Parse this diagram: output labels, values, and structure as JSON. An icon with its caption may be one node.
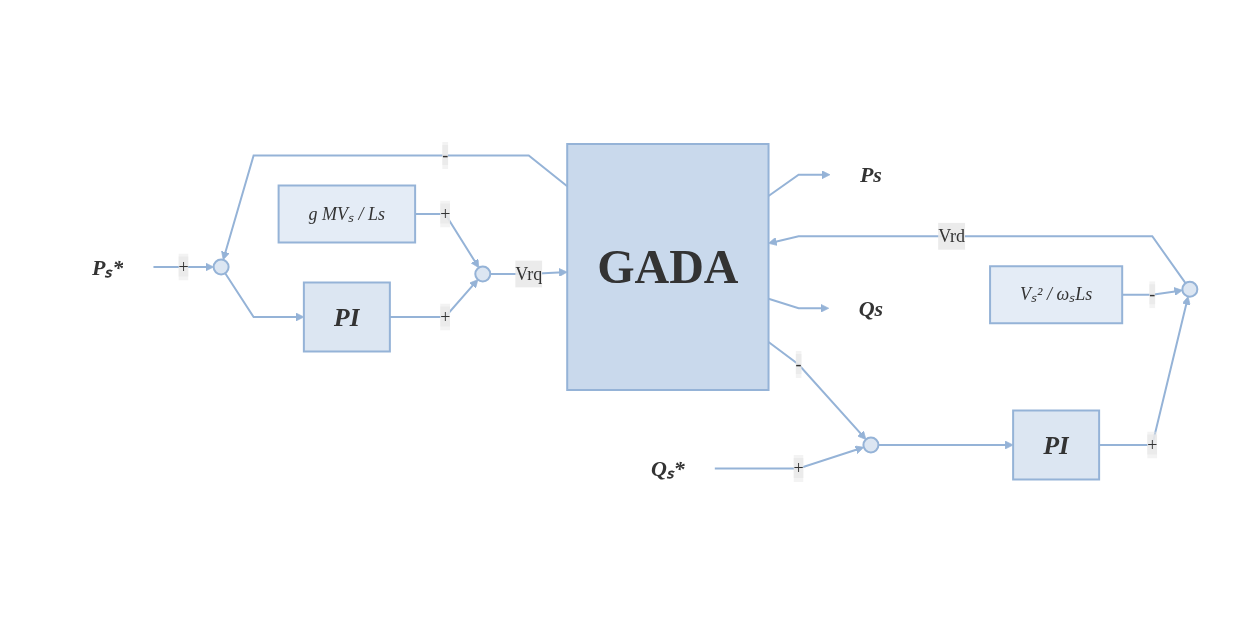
{
  "diagram": {
    "nodes": [
      {
        "text": [
          "Pₛ*"
        ]
      },
      {
        "text": [],
        "shape": "circle"
      },
      {
        "text": [
          "PI"
        ]
      },
      {
        "text": [],
        "shape": "circle"
      },
      {
        "text": [
          "g MVₛ / Ls"
        ]
      },
      {
        "text": [
          "GADA"
        ]
      },
      {
        "text": [
          "Ps"
        ]
      },
      {
        "text": [
          "Qₛ*"
        ]
      },
      {
        "text": [],
        "shape": "circle"
      },
      {
        "text": [
          "PI"
        ]
      },
      {
        "text": [],
        "shape": "circle"
      },
      {
        "text": [
          "Vₛ² / ωₛLs"
        ]
      },
      {
        "text": [
          "Qs"
        ]
      }
    ],
    "edges": [
      {
        "from": 0,
        "to": 1,
        "arrow": "to",
        "label": "+"
      },
      {
        "from": 1,
        "to": 2,
        "arrow": "to"
      },
      {
        "from": 2,
        "to": 3,
        "arrow": "to",
        "label": "+"
      },
      {
        "from": 4,
        "to": 3,
        "arrow": "to",
        "label": "+"
      },
      {
        "from": 3,
        "to": 5,
        "arrow": "to",
        "label": "Vrq"
      },
      {
        "from": 5,
        "to": 6,
        "arrow": "to"
      },
      {
        "from": 5,
        "to": 1,
        "arrow": "to",
        "label": "-"
      },
      {
        "from": 7,
        "to": 8,
        "arrow": "to",
        "label": "+"
      },
      {
        "from": 8,
        "to": 9,
        "arrow": "to"
      },
      {
        "from": 9,
        "to": 10,
        "arrow": "to",
        "label": "+"
      },
      {
        "from": 11,
        "to": 10,
        "arrow": "to",
        "label": "-"
      },
      {
        "from": 10,
        "to": 5,
        "arrow": "to",
        "label": "Vrd"
      },
      {
        "from": 5,
        "to": 12,
        "arrow": "to"
      },
      {
        "from": 5,
        "to": 8,
        "arrow": "to",
        "label": "-"
      }
    ]
  }
}
